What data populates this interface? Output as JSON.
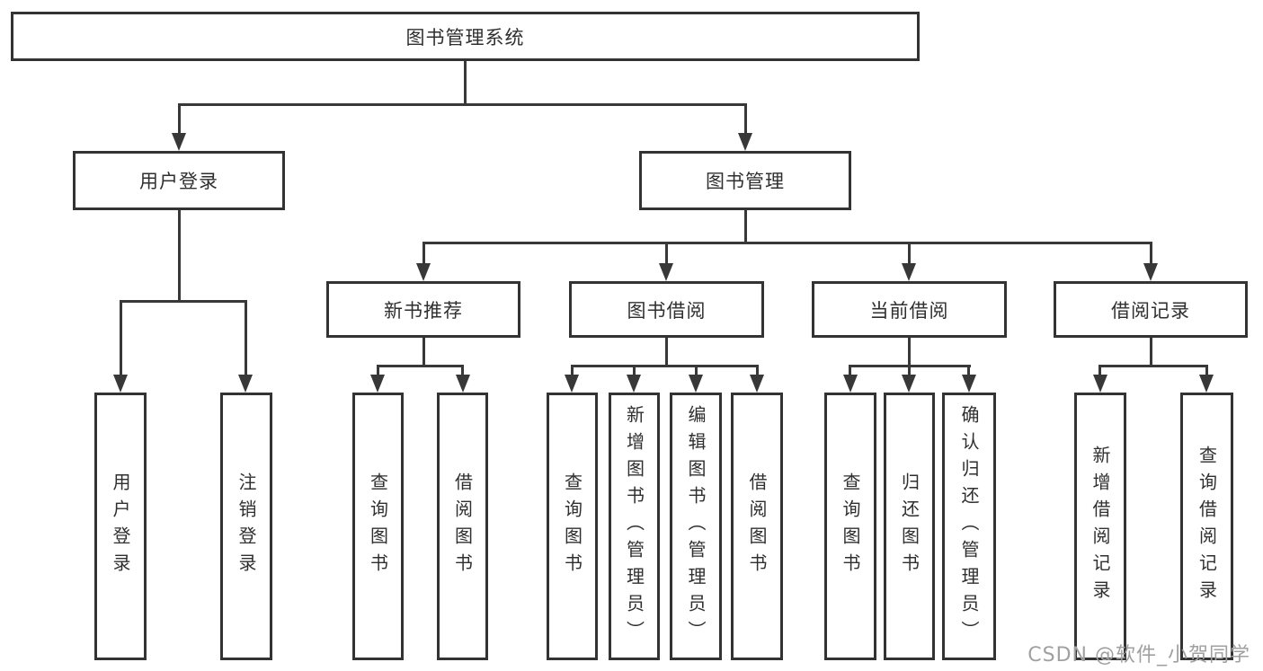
{
  "diagram": {
    "type": "tree",
    "root": {
      "label": "图书管理系统",
      "children": [
        {
          "label": "用户登录",
          "children": [
            {
              "label": "用户登录"
            },
            {
              "label": "注销登录"
            }
          ]
        },
        {
          "label": "图书管理",
          "children": [
            {
              "label": "新书推荐",
              "children": [
                {
                  "label": "查询图书"
                },
                {
                  "label": "借阅图书"
                }
              ]
            },
            {
              "label": "图书借阅",
              "children": [
                {
                  "label": "查询图书"
                },
                {
                  "label": "新增图书（管理员）"
                },
                {
                  "label": "编辑图书（管理员）"
                },
                {
                  "label": "借阅图书"
                }
              ]
            },
            {
              "label": "当前借阅",
              "children": [
                {
                  "label": "查询图书"
                },
                {
                  "label": "归还图书"
                },
                {
                  "label": "确认归还（管理员）"
                }
              ]
            },
            {
              "label": "借阅记录",
              "children": [
                {
                  "label": "新增借阅记录"
                },
                {
                  "label": "查询借阅记录"
                }
              ]
            }
          ]
        }
      ]
    },
    "colors": {
      "box_border": "#333333",
      "connector_line": "#383838",
      "text": "#2f2f2f",
      "watermark": "#a0a0a0",
      "background": "#ffffff"
    }
  },
  "watermark": {
    "text": "CSDN @软件_小贺同学"
  }
}
